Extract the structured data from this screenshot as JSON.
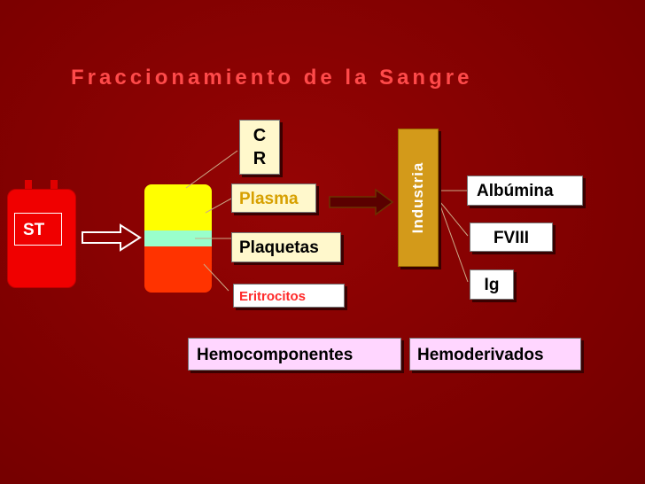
{
  "title": "Fraccionamiento de la Sangre",
  "bag": {
    "label": "ST"
  },
  "components": {
    "cr_line1": "C",
    "cr_line2": "R",
    "plasma": "Plasma",
    "plaquetas": "Plaquetas",
    "eritrocitos": "Eritrocitos"
  },
  "industria": "Industria",
  "derivatives": {
    "albumina": "Albúmina",
    "fviii": "FVIII",
    "ig": "Ig"
  },
  "groups": {
    "hemocomponentes": "Hemocomponentes",
    "hemoderivados": "Hemoderivados"
  },
  "colors": {
    "background": "#8b0000",
    "title": "#ff4a4a",
    "plasma_layer": "#ffff00",
    "platelet_layer": "#99ffcc",
    "erythrocyte_layer": "#ff3300",
    "industria": "#d39a1a",
    "group_boxes": "#ffd6ff"
  }
}
